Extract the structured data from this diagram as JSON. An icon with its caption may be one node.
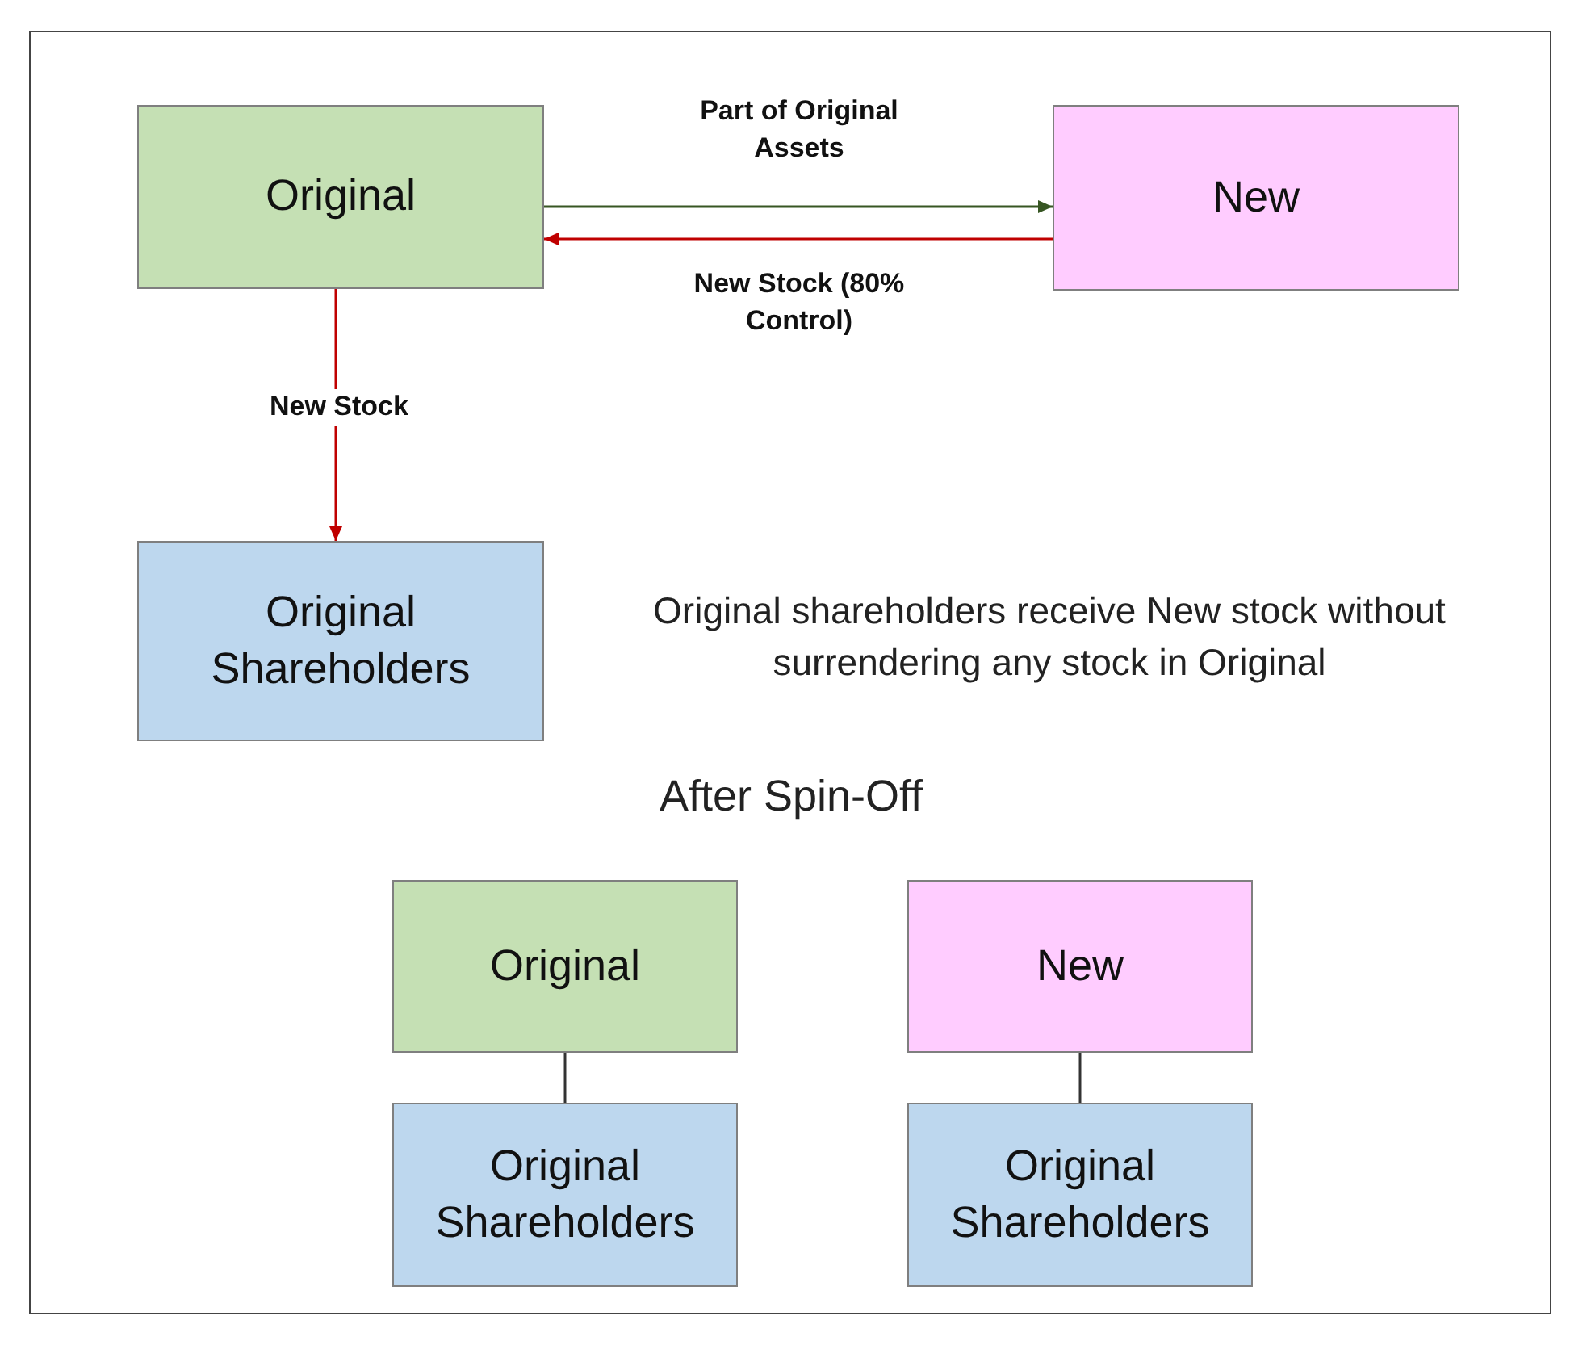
{
  "diagram": {
    "nodes": [
      {
        "text": [
          "Original"
        ]
      },
      {
        "text": [
          "New"
        ]
      },
      {
        "text": [
          "Original Shareholders"
        ]
      },
      {
        "text": [
          "Original"
        ]
      },
      {
        "text": [
          "New"
        ]
      },
      {
        "text": [
          "Original Shareholders"
        ]
      },
      {
        "text": [
          "Original Shareholders"
        ]
      }
    ],
    "edges": [
      {
        "from": 0,
        "to": 1,
        "arrow": "to",
        "label": "Part of Original Assets",
        "color": "#375623"
      },
      {
        "from": 1,
        "to": 0,
        "arrow": "to",
        "label": "New Stock (80% Control)",
        "color": "#c00000"
      },
      {
        "from": 0,
        "to": 2,
        "arrow": "to",
        "label": "New Stock",
        "color": "#c00000"
      },
      {
        "from": 3,
        "to": 5,
        "arrow": "none",
        "color": "#333333"
      },
      {
        "from": 4,
        "to": 6,
        "arrow": "none",
        "color": "#333333"
      }
    ],
    "labels": [
      "Original shareholders receive New stock without surrendering any stock in Original",
      "After Spin-Off"
    ]
  }
}
